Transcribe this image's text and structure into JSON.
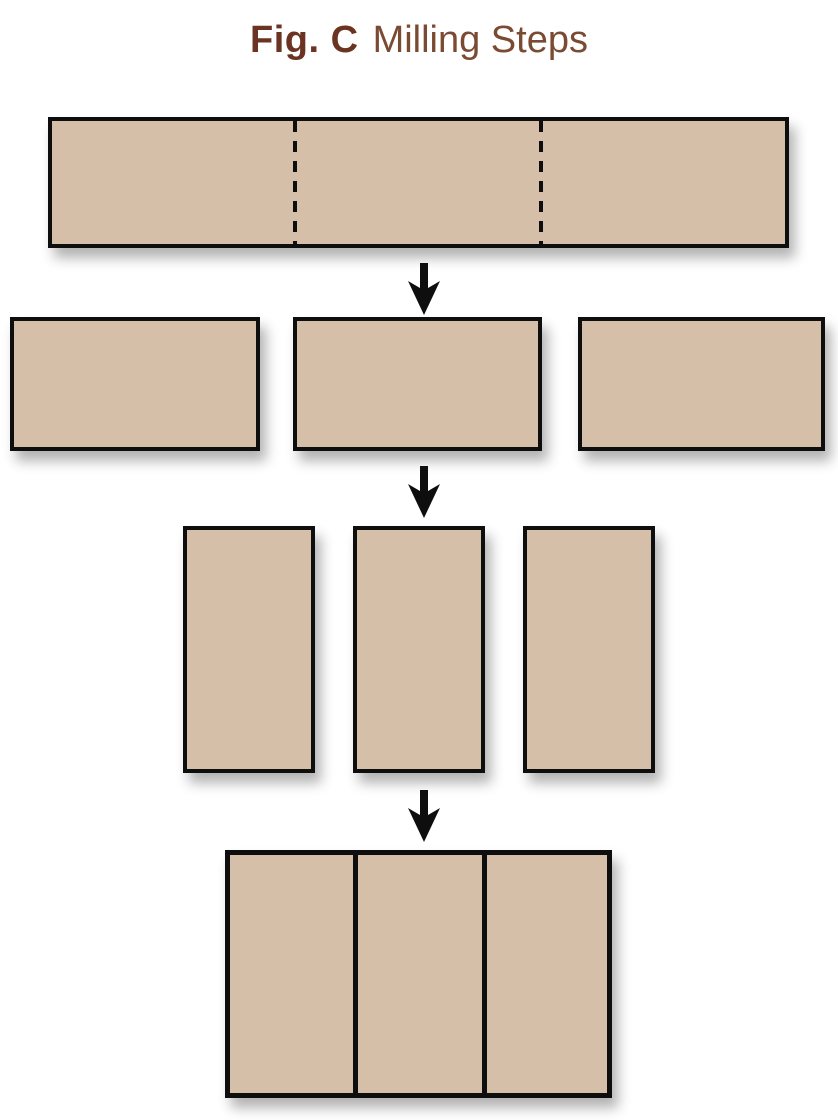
{
  "title": {
    "label": "Fig. C",
    "caption": "Milling Steps"
  },
  "colors": {
    "wood": "#d5bfa9",
    "outline": "#0e0e0e",
    "title-label": "#6b3322",
    "title-caption": "#7a4a32",
    "page-bg": "#ffffff"
  },
  "diagram": {
    "type": "flow",
    "direction": "top-to-bottom",
    "connector": "down-arrow",
    "connector_count": 3,
    "stages": [
      {
        "step": 1,
        "shape": "wide horizontal board",
        "pieces": 1,
        "sections": 3,
        "cut_lines": "dashed"
      },
      {
        "step": 2,
        "shape": "three separate horizontal boards",
        "pieces": 3
      },
      {
        "step": 3,
        "shape": "three separate upright boards",
        "pieces": 3
      },
      {
        "step": 4,
        "shape": "three boards joined edge to edge",
        "pieces": 3,
        "sections": 3,
        "cut_lines": "solid"
      }
    ]
  }
}
